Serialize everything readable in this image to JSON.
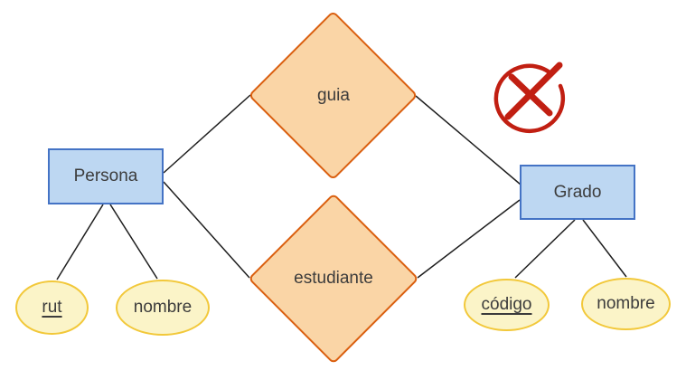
{
  "diagram": {
    "type": "entity-relationship",
    "entities": [
      {
        "label": "Persona"
      },
      {
        "label": "Grado"
      }
    ],
    "relationships": [
      {
        "label": "guia"
      },
      {
        "label": "estudiante"
      }
    ],
    "attributes": [
      {
        "label": "rut",
        "is_key": true
      },
      {
        "label": "nombre",
        "is_key": false
      },
      {
        "label": "código",
        "is_key": true
      },
      {
        "label": "nombre",
        "is_key": false
      }
    ],
    "annotation": {
      "icon": "crossed-circle-icon"
    }
  },
  "colors": {
    "entity_fill": "#BDD7F2",
    "entity_border": "#4473C5",
    "relation_fill": "#FAD5A6",
    "relation_border": "#DA5F0F",
    "attribute_fill": "#FBF4C8",
    "attribute_border": "#F2C83A",
    "connector": "#1E1E1E",
    "text": "#3C3C3C",
    "mark": "#C11F12"
  }
}
